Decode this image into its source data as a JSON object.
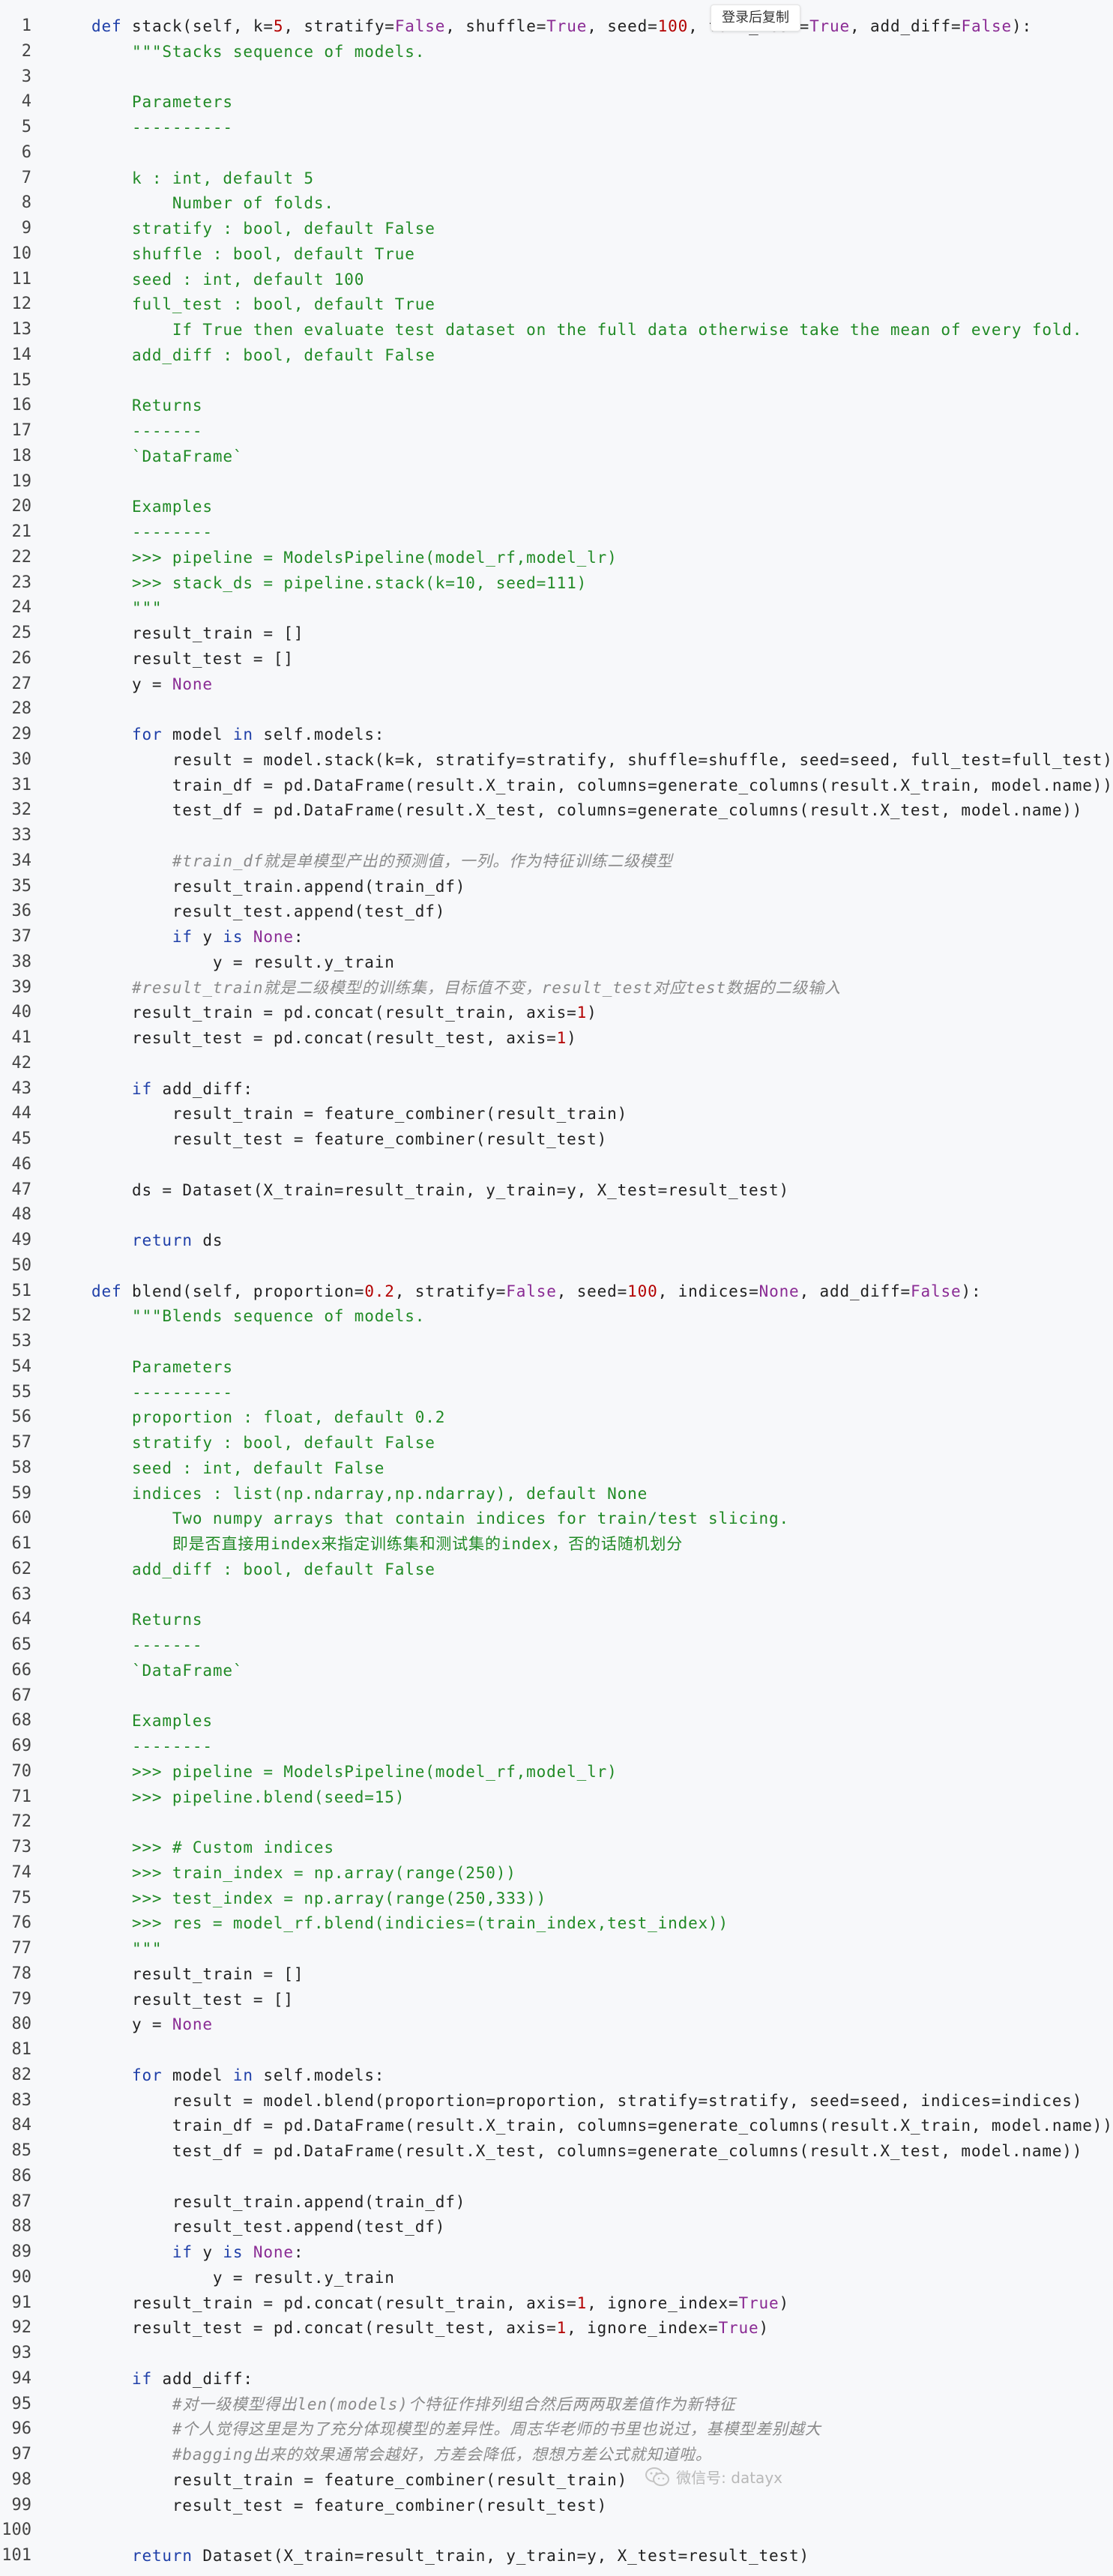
{
  "copy_button_label": "登录后复制",
  "watermark": {
    "text": "微信号: datayx",
    "icon": "wechat-icon"
  },
  "colors": {
    "keyword": "#1f3fa8",
    "constant": "#8a2b94",
    "number": "#b30000",
    "string": "#208a25",
    "comment": "#8a8a8a",
    "text": "#222222",
    "background": "#f7f8fa"
  },
  "lines": [
    {
      "n": "1",
      "t": "    def stack(self, k=5, stratify=False, shuffle=True, seed=100, full_test=True, add_diff=False):"
    },
    {
      "n": "2",
      "t": "        \"\"\"Stacks sequence of models."
    },
    {
      "n": "3",
      "t": ""
    },
    {
      "n": "4",
      "t": "        Parameters"
    },
    {
      "n": "5",
      "t": "        ----------"
    },
    {
      "n": "6",
      "t": ""
    },
    {
      "n": "7",
      "t": "        k : int, default 5"
    },
    {
      "n": "8",
      "t": "            Number of folds."
    },
    {
      "n": "9",
      "t": "        stratify : bool, default False"
    },
    {
      "n": "10",
      "t": "        shuffle : bool, default True"
    },
    {
      "n": "11",
      "t": "        seed : int, default 100"
    },
    {
      "n": "12",
      "t": "        full_test : bool, default True"
    },
    {
      "n": "13",
      "t": "            If True then evaluate test dataset on the full data otherwise take the mean of every fold."
    },
    {
      "n": "14",
      "t": "        add_diff : bool, default False"
    },
    {
      "n": "15",
      "t": ""
    },
    {
      "n": "16",
      "t": "        Returns"
    },
    {
      "n": "17",
      "t": "        -------"
    },
    {
      "n": "18",
      "t": "        `DataFrame`"
    },
    {
      "n": "19",
      "t": ""
    },
    {
      "n": "20",
      "t": "        Examples"
    },
    {
      "n": "21",
      "t": "        --------"
    },
    {
      "n": "22",
      "t": "        >>> pipeline = ModelsPipeline(model_rf,model_lr)"
    },
    {
      "n": "23",
      "t": "        >>> stack_ds = pipeline.stack(k=10, seed=111)"
    },
    {
      "n": "24",
      "t": "        \"\"\""
    },
    {
      "n": "25",
      "t": "        result_train = []"
    },
    {
      "n": "26",
      "t": "        result_test = []"
    },
    {
      "n": "27",
      "t": "        y = None"
    },
    {
      "n": "28",
      "t": ""
    },
    {
      "n": "29",
      "t": "        for model in self.models:"
    },
    {
      "n": "30",
      "t": "            result = model.stack(k=k, stratify=stratify, shuffle=shuffle, seed=seed, full_test=full_test)"
    },
    {
      "n": "31",
      "t": "            train_df = pd.DataFrame(result.X_train, columns=generate_columns(result.X_train, model.name))"
    },
    {
      "n": "32",
      "t": "            test_df = pd.DataFrame(result.X_test, columns=generate_columns(result.X_test, model.name))"
    },
    {
      "n": "33",
      "t": ""
    },
    {
      "n": "34",
      "t": "            #train_df就是单模型产出的预测值，一列。作为特征训练二级模型"
    },
    {
      "n": "35",
      "t": "            result_train.append(train_df)"
    },
    {
      "n": "36",
      "t": "            result_test.append(test_df)"
    },
    {
      "n": "37",
      "t": "            if y is None:"
    },
    {
      "n": "38",
      "t": "                y = result.y_train"
    },
    {
      "n": "39",
      "t": "        #result_train就是二级模型的训练集，目标值不变，result_test对应test数据的二级输入"
    },
    {
      "n": "40",
      "t": "        result_train = pd.concat(result_train, axis=1)"
    },
    {
      "n": "41",
      "t": "        result_test = pd.concat(result_test, axis=1)"
    },
    {
      "n": "42",
      "t": ""
    },
    {
      "n": "43",
      "t": "        if add_diff:"
    },
    {
      "n": "44",
      "t": "            result_train = feature_combiner(result_train)"
    },
    {
      "n": "45",
      "t": "            result_test = feature_combiner(result_test)"
    },
    {
      "n": "46",
      "t": ""
    },
    {
      "n": "47",
      "t": "        ds = Dataset(X_train=result_train, y_train=y, X_test=result_test)"
    },
    {
      "n": "48",
      "t": ""
    },
    {
      "n": "49",
      "t": "        return ds"
    },
    {
      "n": "50",
      "t": ""
    },
    {
      "n": "51",
      "t": "    def blend(self, proportion=0.2, stratify=False, seed=100, indices=None, add_diff=False):"
    },
    {
      "n": "52",
      "t": "        \"\"\"Blends sequence of models."
    },
    {
      "n": "53",
      "t": ""
    },
    {
      "n": "54",
      "t": "        Parameters"
    },
    {
      "n": "55",
      "t": "        ----------"
    },
    {
      "n": "56",
      "t": "        proportion : float, default 0.2"
    },
    {
      "n": "57",
      "t": "        stratify : bool, default False"
    },
    {
      "n": "58",
      "t": "        seed : int, default False"
    },
    {
      "n": "59",
      "t": "        indices : list(np.ndarray,np.ndarray), default None"
    },
    {
      "n": "60",
      "t": "            Two numpy arrays that contain indices for train/test slicing."
    },
    {
      "n": "61",
      "t": "            即是否直接用index来指定训练集和测试集的index，否的话随机划分"
    },
    {
      "n": "62",
      "t": "        add_diff : bool, default False"
    },
    {
      "n": "63",
      "t": ""
    },
    {
      "n": "64",
      "t": "        Returns"
    },
    {
      "n": "65",
      "t": "        -------"
    },
    {
      "n": "66",
      "t": "        `DataFrame`"
    },
    {
      "n": "67",
      "t": ""
    },
    {
      "n": "68",
      "t": "        Examples"
    },
    {
      "n": "69",
      "t": "        --------"
    },
    {
      "n": "70",
      "t": "        >>> pipeline = ModelsPipeline(model_rf,model_lr)"
    },
    {
      "n": "71",
      "t": "        >>> pipeline.blend(seed=15)"
    },
    {
      "n": "72",
      "t": ""
    },
    {
      "n": "73",
      "t": "        >>> # Custom indices"
    },
    {
      "n": "74",
      "t": "        >>> train_index = np.array(range(250))"
    },
    {
      "n": "75",
      "t": "        >>> test_index = np.array(range(250,333))"
    },
    {
      "n": "76",
      "t": "        >>> res = model_rf.blend(indicies=(train_index,test_index))"
    },
    {
      "n": "77",
      "t": "        \"\"\""
    },
    {
      "n": "78",
      "t": "        result_train = []"
    },
    {
      "n": "79",
      "t": "        result_test = []"
    },
    {
      "n": "80",
      "t": "        y = None"
    },
    {
      "n": "81",
      "t": ""
    },
    {
      "n": "82",
      "t": "        for model in self.models:"
    },
    {
      "n": "83",
      "t": "            result = model.blend(proportion=proportion, stratify=stratify, seed=seed, indices=indices)"
    },
    {
      "n": "84",
      "t": "            train_df = pd.DataFrame(result.X_train, columns=generate_columns(result.X_train, model.name))"
    },
    {
      "n": "85",
      "t": "            test_df = pd.DataFrame(result.X_test, columns=generate_columns(result.X_test, model.name))"
    },
    {
      "n": "86",
      "t": ""
    },
    {
      "n": "87",
      "t": "            result_train.append(train_df)"
    },
    {
      "n": "88",
      "t": "            result_test.append(test_df)"
    },
    {
      "n": "89",
      "t": "            if y is None:"
    },
    {
      "n": "90",
      "t": "                y = result.y_train"
    },
    {
      "n": "91",
      "t": "        result_train = pd.concat(result_train, axis=1, ignore_index=True)"
    },
    {
      "n": "92",
      "t": "        result_test = pd.concat(result_test, axis=1, ignore_index=True)"
    },
    {
      "n": "93",
      "t": ""
    },
    {
      "n": "94",
      "t": "        if add_diff:"
    },
    {
      "n": "95",
      "t": "            #对一级模型得出len(models)个特征作排列组合然后两两取差值作为新特征"
    },
    {
      "n": "96",
      "t": "            #个人觉得这里是为了充分体现模型的差异性。周志华老师的书里也说过，基模型差别越大"
    },
    {
      "n": "97",
      "t": "            #bagging出来的效果通常会越好，方差会降低，想想方差公式就知道啦。"
    },
    {
      "n": "98",
      "t": "            result_train = feature_combiner(result_train)"
    },
    {
      "n": "99",
      "t": "            result_test = feature_combiner(result_test)"
    },
    {
      "n": "100",
      "t": ""
    },
    {
      "n": "101",
      "t": "        return Dataset(X_train=result_train, y_train=y, X_test=result_test)"
    }
  ]
}
